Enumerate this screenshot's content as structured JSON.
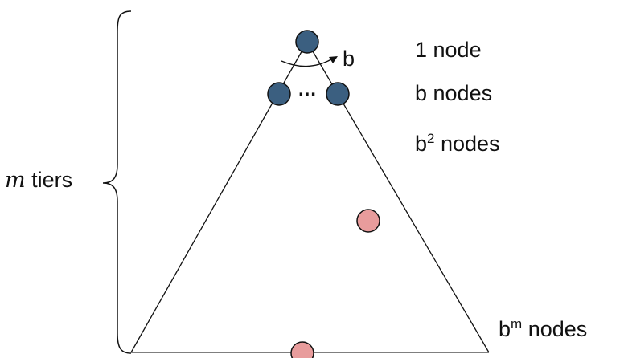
{
  "colors": {
    "internal_node": "#3b5f80",
    "highlight_node": "#e89c9c",
    "stroke": "#111111"
  },
  "labels": {
    "branch": "b",
    "ellipsis": "…",
    "level0": "1 node",
    "level1": "b nodes",
    "level2_base": "b",
    "level2_exp": "2",
    "level2_suffix": " nodes",
    "levelm_base": "b",
    "levelm_exp": "m",
    "levelm_suffix": " nodes",
    "tiers_var": "m",
    "tiers_text": " tiers"
  }
}
